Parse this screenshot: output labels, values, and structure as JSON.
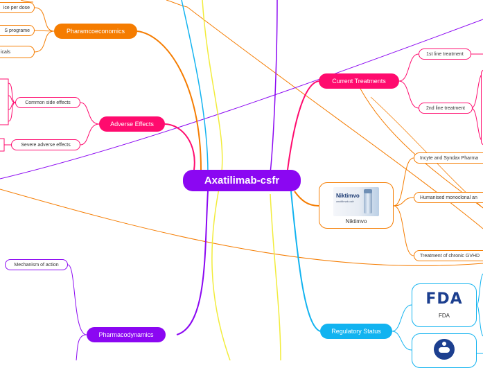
{
  "colors": {
    "center": "#8b07f2",
    "orange": "#f57c00",
    "pink": "#ff0b6e",
    "purple": "#8b07f2",
    "cyan": "#12b3f0",
    "yellow": "#f2ec3a"
  },
  "center": {
    "label": "Axatilimab-csfr"
  },
  "branches": {
    "pharmacoeconomics": {
      "label": "Pharamcoeconomics",
      "children": [
        "ice per dose",
        "S programe",
        "icals"
      ]
    },
    "adverse_effects": {
      "label": "Adverse Effects",
      "children": [
        "Common side effects",
        "Severe adverse effects"
      ]
    },
    "pharmacodynamics": {
      "label": "Pharmacodynamics",
      "children": [
        "Mechanism of action"
      ]
    },
    "current_treatments": {
      "label": "Current Treatments",
      "children": [
        "1st line treatment",
        "2nd line treatment"
      ]
    },
    "niktimvo": {
      "label": "Niktimvo",
      "image_icon": "niktimvo-product-image",
      "children": [
        "Incyte and Syndax Pharma",
        "Humanised monoclonal an",
        "Treatment of chronic GVHD"
      ]
    },
    "regulatory_status": {
      "label": "Regulatory Status",
      "children": [
        {
          "label": "FDA",
          "icon": "fda-logo-icon"
        },
        {
          "label": "",
          "icon": "agency-seal-icon"
        }
      ]
    }
  },
  "niktimvo_logo": {
    "brand": "Niktimvo",
    "sub": "axatilimab-csfr"
  },
  "fda_logo_text": "FDA"
}
